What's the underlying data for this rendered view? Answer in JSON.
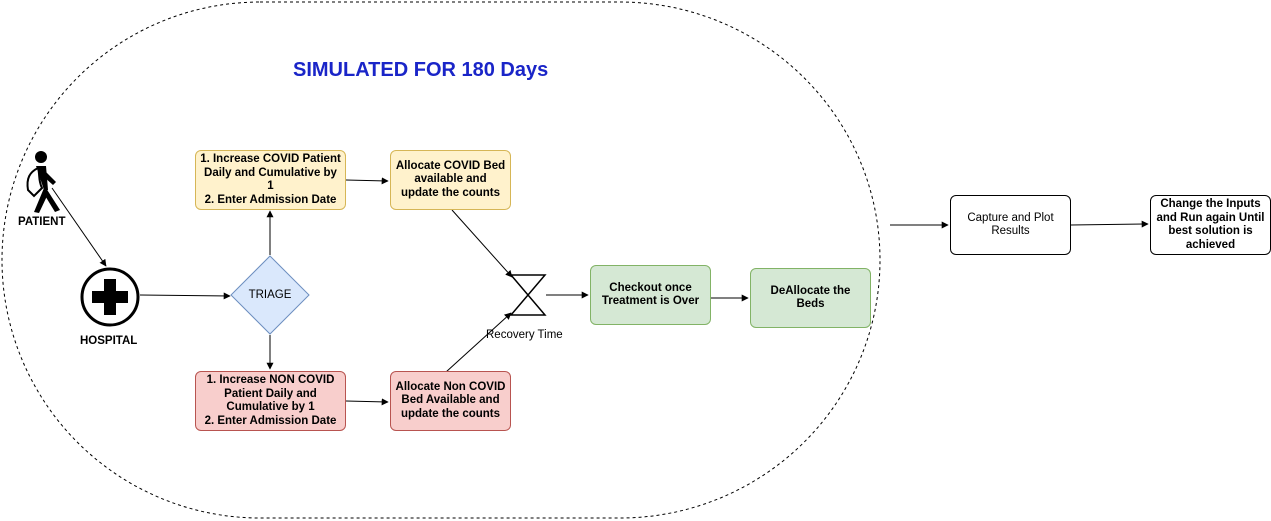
{
  "title": "SIMULATED FOR 180 Days",
  "labels": {
    "patient": "PATIENT",
    "hospital": "HOSPITAL",
    "triage": "TRIAGE",
    "recovery_time": "Recovery Time"
  },
  "nodes": {
    "covid_increase": [
      "1. Increase COVID Patient",
      "Daily and Cumulative by",
      "1",
      "2. Enter Admission Date"
    ],
    "covid_allocate": [
      "Allocate COVID Bed",
      "available and",
      "update the counts"
    ],
    "noncovid_increase": [
      "1. Increase NON COVID",
      "Patient Daily and",
      "Cumulative by 1",
      "2. Enter Admission Date"
    ],
    "noncovid_allocate": [
      "Allocate Non COVID",
      "Bed Available and",
      "update the counts"
    ],
    "checkout": [
      "Checkout once",
      "Treatment is Over"
    ],
    "deallocate": [
      "DeAllocate the Beds"
    ],
    "capture": [
      "Capture and Plot",
      "Results"
    ],
    "change_inputs": [
      "Change the Inputs",
      "and Run again Until",
      "best solution is",
      "achieved"
    ]
  },
  "colors": {
    "title": "#1a25c8",
    "yellow_fill": "#fff2cc",
    "red_fill": "#f8cecc",
    "green_fill": "#d5e8d4",
    "diamond_fill": "#dae8fc"
  },
  "icons": [
    "walking-person-icon",
    "hospital-cross-icon",
    "hourglass-timer-icon"
  ]
}
